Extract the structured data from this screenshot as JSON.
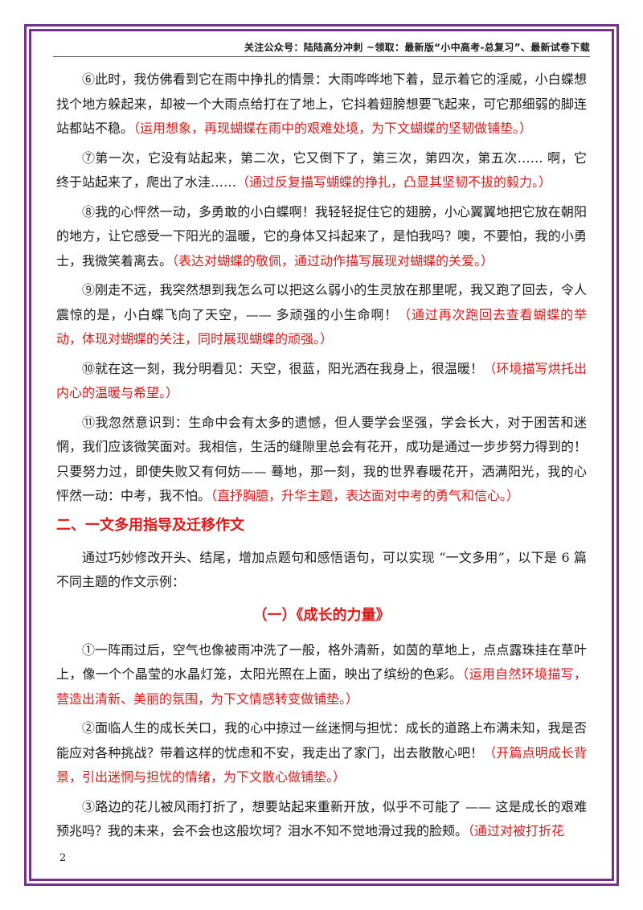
{
  "header": {
    "text": "关注公众号：陆陆高分冲刺 ~领取：最新版“小中高考-总复习”、最新试卷下载"
  },
  "paragraphs_top": [
    {
      "text": "⑥此时，我仿佛看到它在雨中挣扎的情景：大雨哗哗地下着，显示着它的淫威，小白蝶想找个地方躲起来，却被一个大雨点给打在了地上，它抖着翅膀想要飞起来，可它那细弱的脚连站都站不稳。",
      "note": "（运用想象，再现蝴蝶在雨中的艰难处境，为下文蝴蝶的坚韧做铺垫。）"
    },
    {
      "text": "⑦第一次，它没有站起来，第二次，它又倒下了，第三次，第四次，第五次…… 啊，它终于站起来了，爬出了水洼……",
      "note": "（通过反复描写蝴蝶的挣扎，凸显其坚韧不拔的毅力。）"
    },
    {
      "text": "⑧我的心怦然一动，多勇敢的小白蝶啊！我轻轻捉住它的翅膀，小心翼翼地把它放在朝阳的地方，让它感受一下阳光的温暖，它的身体又抖起来了，是怕我吗？噢，不要怕，我的小勇士，我微笑着离去。",
      "note": "（表达对蝴蝶的敬佩，通过动作描写展现对蝴蝶的关爱。）"
    },
    {
      "text": "⑨刚走不远，我突然想到我怎么可以把这么弱小的生灵放在那里呢，我又跑了回去，令人震惊的是，小白蝶飞向了天空，—— 多顽强的小生命啊！",
      "note": "（通过再次跑回去查看蝴蝶的举动，体现对蝴蝶的关注，同时展现蝴蝶的顽强。）"
    },
    {
      "text": "⑩就在这一刻，我分明看见：天空，很蓝，阳光洒在我身上，很温暖！",
      "note": "（环境描写烘托出内心的温暖与希望。）"
    },
    {
      "text": "⑪我忽然意识到：生命中会有太多的遗憾，但人要学会坚强，学会长大，对于困苦和迷惘，我们应该微笑面对。我相信，生活的缝隙里总会有花开，成功是通过一步步努力得到的！只要努力过，即使失败又有何妨—— 蓦地，那一刻，我的世界春暖花开，洒满阳光，我的心怦然一动：中考，我不怕。",
      "note": "（直抒胸臆，升华主题，表达面对中考的勇气和信心。）"
    }
  ],
  "section_heading": "二、一文多用指导及迁移作文",
  "intro": "通过巧妙修改开头、结尾，增加点题句和感悟语句，可以实现 “一文多用”，以下是 6 篇不同主题的作文示例：",
  "essay_title": "（一）《成长的力量》",
  "paragraphs_bottom": [
    {
      "text": "①一阵雨过后，空气也像被雨冲洗了一般，格外清新，如茵的草地上，点点露珠挂在草叶上，像一个个晶莹的水晶灯笼，太阳光照在上面，映出了缤纷的色彩。",
      "note": "（运用自然环境描写，营造出清新、美丽的氛围，为下文情感转变做铺垫。）"
    },
    {
      "text": "②面临人生的成长关口，我的心中掠过一丝迷惘与担忧：成长的道路上布满未知，我是否能应对各种挑战？带着这样的忧虑和不安，我走出了家门，出去散散心吧！",
      "note": "（开篇点明成长背景，引出迷惘与担忧的情绪，为下文散心做铺垫。）"
    },
    {
      "text": "③路边的花儿被风雨打折了，想要站起来重新开放，似乎不可能了 —— 这是成长的艰难预兆吗？我的未来，会不会也这般坎坷？泪水不知不觉地滑过我的脸颊。",
      "note": "（通过对被打折花"
    }
  ],
  "page_number": "2",
  "colors": {
    "frame": "#7a2f8f",
    "note": "#e01818",
    "heading": "#e01818"
  }
}
